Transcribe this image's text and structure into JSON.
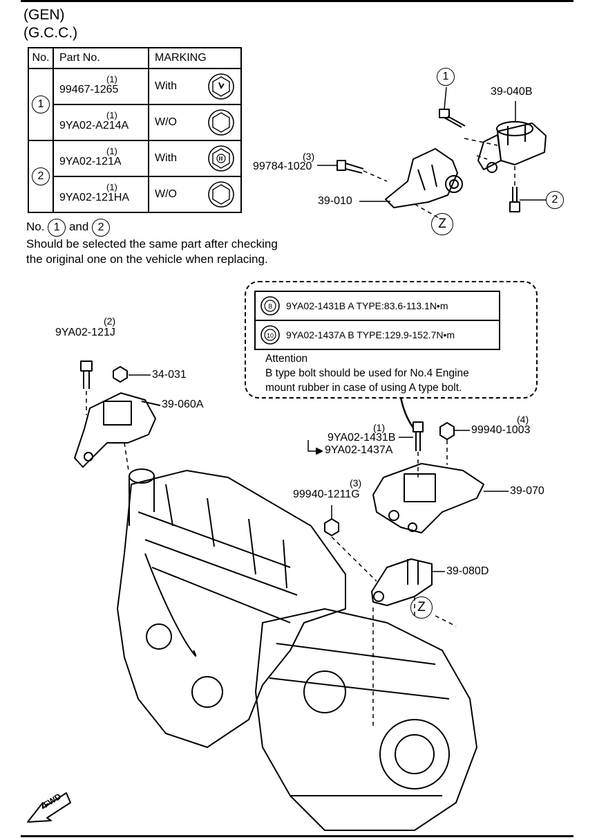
{
  "header": {
    "line1": "(GEN)",
    "line2": "(G.C.C.)"
  },
  "table": {
    "col_no": "No.",
    "col_part": "Part No.",
    "col_marking": "MARKING",
    "rows": [
      {
        "no": "1",
        "part": "99467-1265",
        "sup": "(1)",
        "marking": "With"
      },
      {
        "part": "9YA02-A214A",
        "sup": "(1)",
        "marking": "W/O"
      },
      {
        "no": "2",
        "part": "9YA02-121A",
        "sup": "(1)",
        "marking": "With"
      },
      {
        "part": "9YA02-121HA",
        "sup": "(1)",
        "marking": "W/O"
      }
    ]
  },
  "note": {
    "prefix": "No.",
    "circle1": "1",
    "and": "and",
    "circle2": "2",
    "line2": "Should be selected the same part after checking",
    "line3": "the original one on the vehicle when replacing."
  },
  "callout": {
    "row1_icon": "8",
    "row1": "9YA02-1431B  A TYPE:83.6-113.1N•m",
    "row2_icon": "10",
    "row2": "9YA02-1437A  B TYPE:129.9-152.7N•m",
    "attention_title": "Attention",
    "attention_l1": "B type bolt should be used for No.4 Engine",
    "attention_l2": "mount rubber in case of using A type bolt."
  },
  "labels": {
    "c1": "1",
    "c2": "2",
    "p39_040B": "39-040B",
    "p99784": "99784-1020",
    "p99784_n": "(3)",
    "p39_010": "39-010",
    "zTop": "Z",
    "p9YA02_121J": "9YA02-121J",
    "p9YA02_121J_n": "(2)",
    "p34_031": "34-031",
    "p39_060A": "39-060A",
    "p1431B": "9YA02-1431B",
    "p1431B_n": "(1)",
    "p1437A": "9YA02-1437A",
    "p99940_1003": "99940-1003",
    "p99940_1003_n": "(4)",
    "p39_070": "39-070",
    "p99940_1211G": "99940-1211G",
    "p99940_1211G_n": "(3)",
    "p39_080D": "39-080D",
    "zBottom": "Z",
    "fwd": "FWD"
  }
}
